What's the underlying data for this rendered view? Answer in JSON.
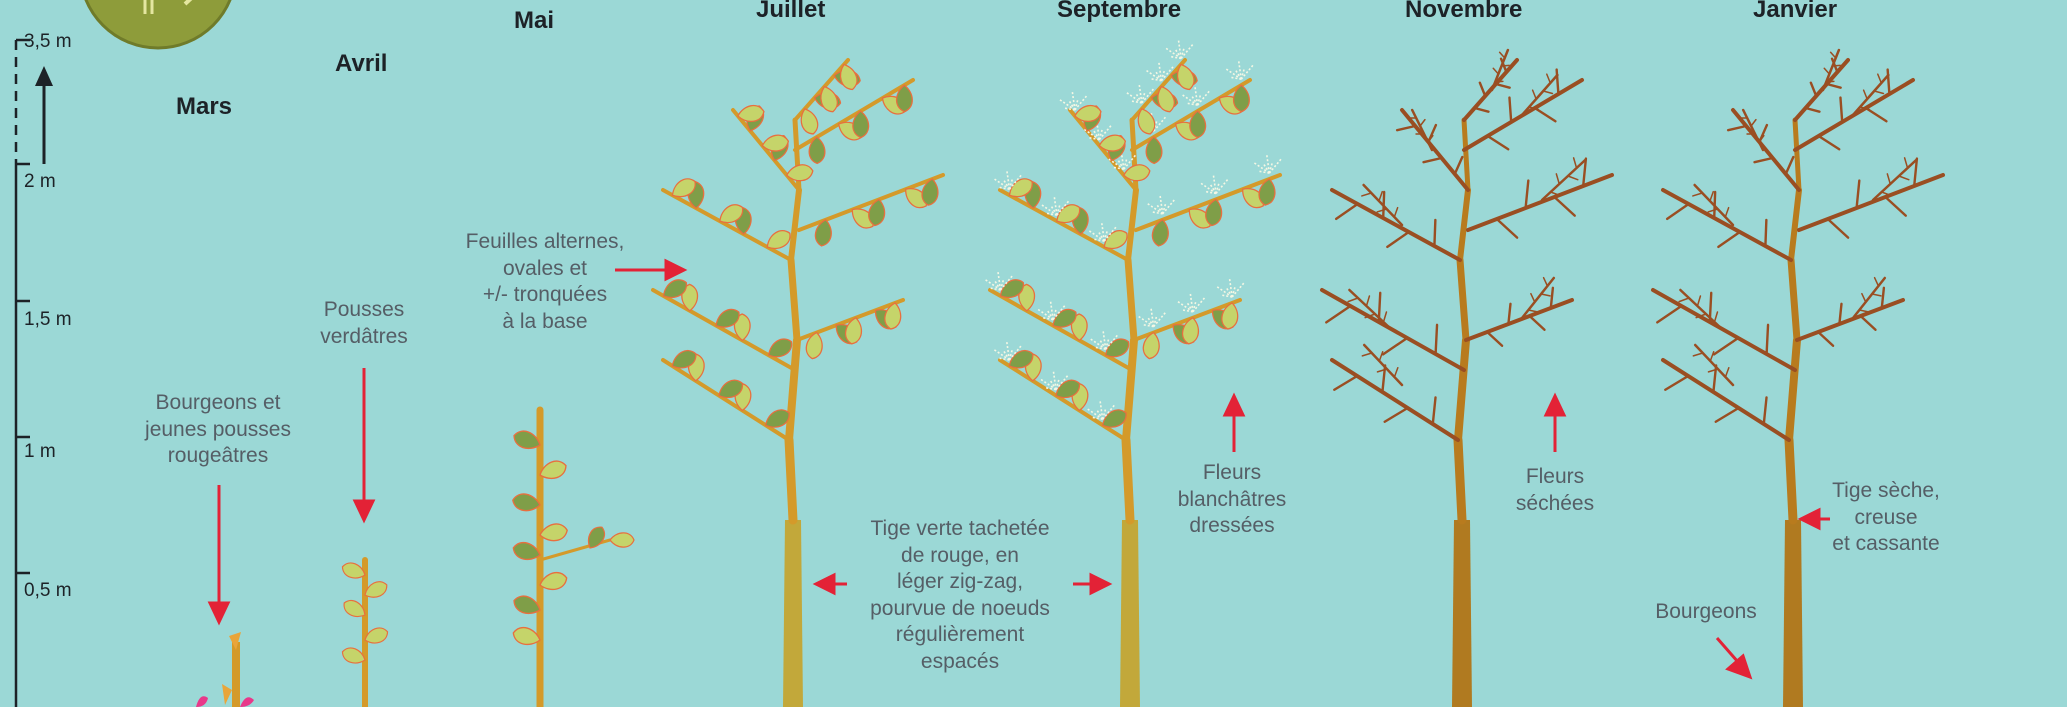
{
  "scale": {
    "labels": [
      "3,5 m",
      "2 m",
      "1,5 m",
      "1 m",
      "0,5 m"
    ]
  },
  "months": {
    "mars": "Mars",
    "avril": "Avril",
    "mai": "Mai",
    "juillet": "Juillet",
    "septembre": "Septembre",
    "novembre": "Novembre",
    "janvier": "Janvier"
  },
  "annotations": {
    "bourgeons_jeunes": [
      "Bourgeons et",
      "jeunes pousses",
      "rougeâtres"
    ],
    "pousses": [
      "Pousses",
      "verdâtres"
    ],
    "feuilles": [
      "Feuilles alternes,",
      "ovales et",
      "+/- tronquées",
      "à la base"
    ],
    "tige_verte": [
      "Tige verte tachetée",
      "de rouge, en",
      "léger zig-zag,",
      "pourvue de noeuds",
      "régulièrement",
      "espacés"
    ],
    "fleurs_blanches": [
      "Fleurs",
      "blanchâtres",
      "dressées"
    ],
    "fleurs_sechees": [
      "Fleurs",
      "séchées"
    ],
    "tige_seche": [
      "Tige sèche,",
      "creuse",
      "et cassante"
    ],
    "bourgeons": "Bourgeons"
  },
  "colors": {
    "background": "#9bd8d6",
    "stem": "#d49a2a",
    "leaf": "#7f9e48",
    "leaf_light": "#c5d46a",
    "dead": "#9a4e22",
    "arrow": "#e32236",
    "badge": "#8e9c3a"
  }
}
